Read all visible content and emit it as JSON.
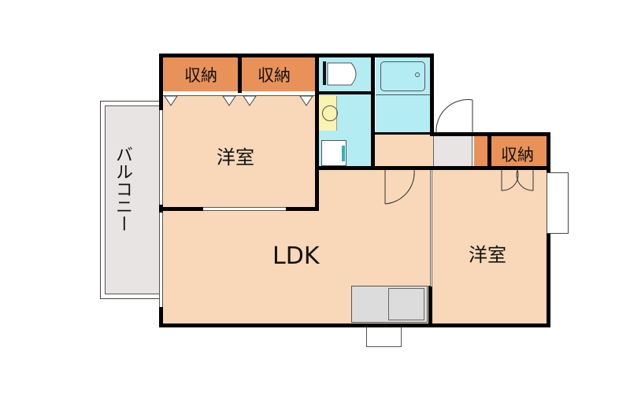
{
  "floorplan": {
    "rooms": {
      "western_room_1": {
        "label": "洋室"
      },
      "western_room_2": {
        "label": "洋室"
      },
      "ldk": {
        "label": "LDK"
      },
      "balcony": {
        "label": "バルコニー"
      },
      "storage_1": {
        "label": "収納"
      },
      "storage_2": {
        "label": "収納"
      },
      "storage_3": {
        "label": "収納"
      }
    },
    "colors": {
      "room": "#f8d8b8",
      "wet_area": "#b4ecf4",
      "storage": "#e8925a",
      "balcony": "#e8e4e4",
      "wall": "#000000"
    }
  }
}
